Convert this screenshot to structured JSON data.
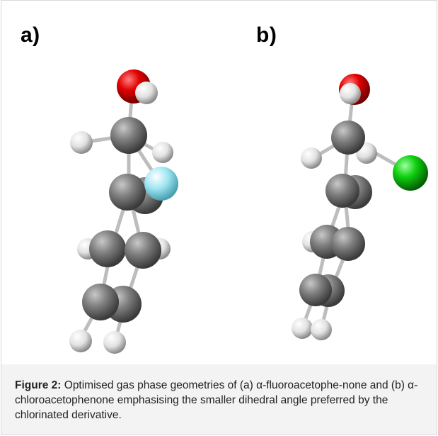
{
  "panels": {
    "a_label": "a)",
    "b_label": "b)"
  },
  "caption": {
    "prefix": "Figure 2:",
    "text": " Optimised gas phase geometries of (a) α-fluoroacetophe-none and (b) α-chloroacetophenone emphasising the smaller dihedral angle preferred by the chlorinated derivative."
  },
  "colors": {
    "oxygen": "#e00000",
    "carbon": "#7a7a7a",
    "hydrogen": "#e8e8e8",
    "fluorine": "#90e0f0",
    "chlorine": "#10d010",
    "caption_bg": "#f3f3f3"
  }
}
